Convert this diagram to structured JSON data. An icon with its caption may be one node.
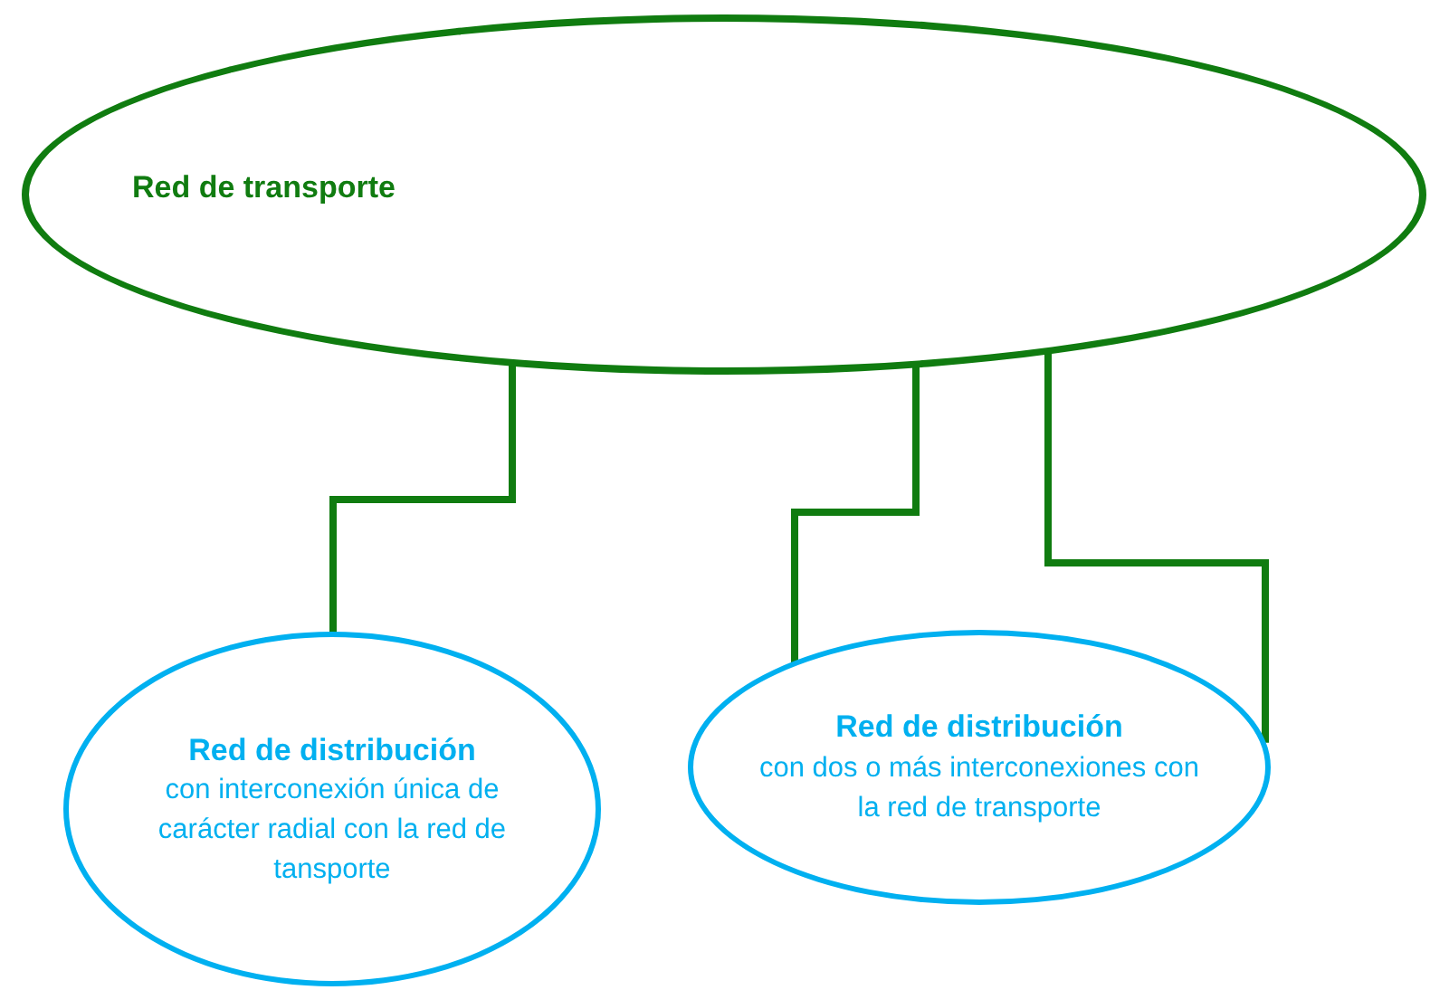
{
  "diagram": {
    "nodes": [
      {
        "text": [
          "Red de transporte"
        ]
      },
      {
        "text": [
          "Red de distribución",
          "con interconexión única de carácter radial con la red de tansporte"
        ]
      },
      {
        "text": [
          "Red de distribución",
          "con dos o más interconexiones con la red de transporte"
        ]
      }
    ],
    "edges": [
      {
        "from": 0,
        "to": 1,
        "arrow": "none"
      },
      {
        "from": 0,
        "to": 2,
        "arrow": "none"
      },
      {
        "from": 0,
        "to": 2,
        "arrow": "none"
      }
    ]
  }
}
